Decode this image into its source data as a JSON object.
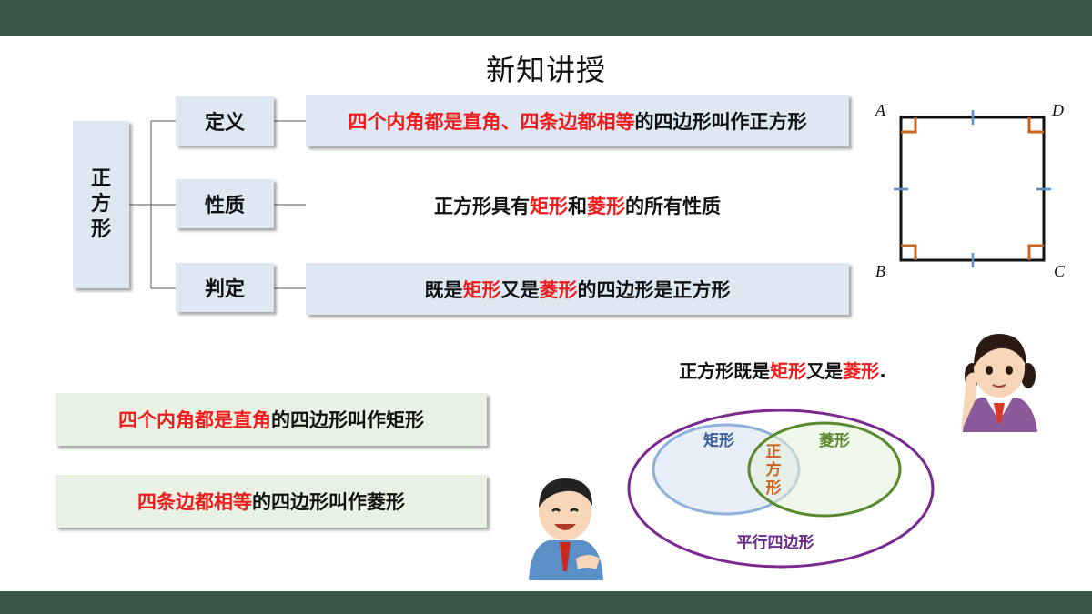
{
  "header": {
    "title": "新知讲授"
  },
  "tree": {
    "root": [
      "正",
      "方",
      "形"
    ],
    "branches": [
      {
        "label": "定义",
        "desc_red": "四个内角都是直角、四条边都相等",
        "desc_tail": "的四边形叫作正方形"
      },
      {
        "label": "性质",
        "desc_a": "正方形具有",
        "desc_r1": "矩形",
        "desc_b": "和",
        "desc_r2": "菱形",
        "desc_c": "的所有性质"
      },
      {
        "label": "判定",
        "desc_a": "既是",
        "desc_r1": "矩形",
        "desc_b": "又是",
        "desc_r2": "菱形",
        "desc_c": "的四边形是正方形"
      }
    ]
  },
  "definitions": [
    {
      "red": "四个内角都是直角",
      "tail": "的四边形叫作矩形"
    },
    {
      "red": "四条边都相等",
      "tail": "的四边形叫作菱形"
    }
  ],
  "square_figure": {
    "vertices": {
      "a": "A",
      "b": "B",
      "c": "C",
      "d": "D"
    }
  },
  "note": {
    "a": "正方形既是",
    "r1": "矩形",
    "b": "又是",
    "r2": "菱形",
    "c": "."
  },
  "venn": {
    "outer": "平行四边形",
    "left": "矩形",
    "right": "菱形",
    "center": [
      "正",
      "方",
      "形"
    ]
  },
  "colors": {
    "header_bar": "#3b5646",
    "box_blue": "#dde8f3",
    "box_green": "#e8f2e4",
    "emphasis_red": "#ee1c1c",
    "venn_outer": "#7a2a8e",
    "venn_rect": "#8fb0d8",
    "venn_rhombus": "#5a8a2e",
    "venn_center_text": "#c8641e",
    "right_angle_mark": "#c8641e",
    "tick_mark": "#5a8fc8"
  }
}
